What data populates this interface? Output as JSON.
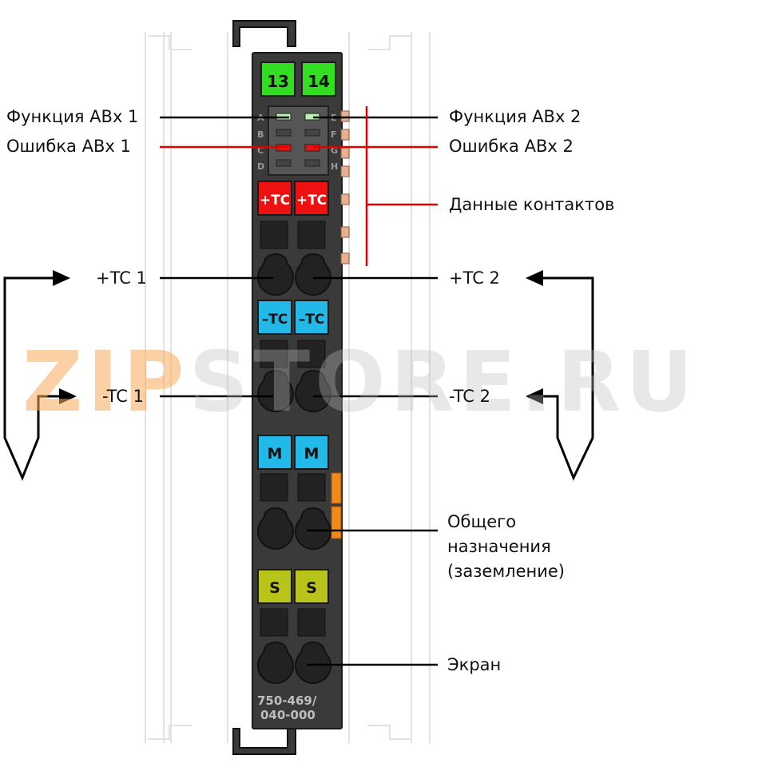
{
  "terminals_top": [
    "13",
    "14"
  ],
  "led_letters_left": [
    "A",
    "B",
    "C",
    "D"
  ],
  "led_letters_right": [
    "E",
    "F",
    "G",
    "H"
  ],
  "terminals_tc_plus": [
    "+TC",
    "+TC"
  ],
  "terminals_tc_minus": [
    "–TC",
    "–TC"
  ],
  "terminals_m": [
    "M",
    "M"
  ],
  "terminals_s": [
    "S",
    "S"
  ],
  "part_number_line1": "750-469/",
  "part_number_line2": "040-000",
  "labels": {
    "func1": "Функция АВх 1",
    "err1": "Ошибка АВх 1",
    "func2": "Функция АВх 2",
    "err2": "Ошибка АВх 2",
    "contacts": "Данные контактов",
    "tc_plus_1": "+TC 1",
    "tc_plus_2": "+TC 2",
    "tc_minus_1": "-TC 1",
    "tc_minus_2": "-TC 2",
    "ground": "Общего\nназначения\n(заземление)",
    "shield": "Экран"
  },
  "watermark": {
    "part1": "ZIP",
    "part2": "STORE.RU"
  },
  "colors": {
    "housing": "#3a3a3a",
    "green": "#33dd22",
    "red": "#ee1111",
    "blue": "#22b8e8",
    "olive": "#b8c41a",
    "orange": "#f08a1c",
    "contact": "#e8b090",
    "line_red": "#e00000"
  }
}
